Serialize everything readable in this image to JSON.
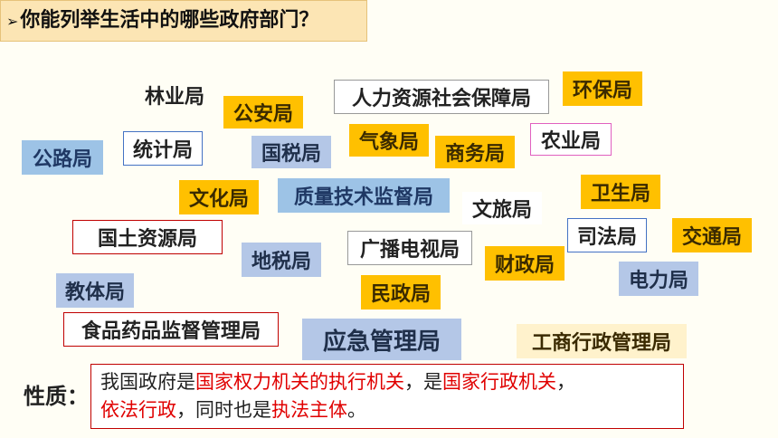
{
  "question": "你能列举生活中的哪些政府部门？",
  "tags": {
    "linye": "林业局",
    "gongan": "公安局",
    "renli": "人力资源社会保障局",
    "huanbao": "环保局",
    "gonglu": "公路局",
    "tongji": "统计局",
    "guoshui": "国税局",
    "qixiang": "气象局",
    "shangwu": "商务局",
    "nongye": "农业局",
    "wenhua": "文化局",
    "zhiliang": "质量技术监督局",
    "wenlv": "文旅局",
    "weisheng": "卫生局",
    "guotu": "国土资源局",
    "dishui": "地税局",
    "guangbo": "广播电视局",
    "sifa": "司法局",
    "jiaotong": "交通局",
    "caizheng": "财政局",
    "jiaoti": "教体局",
    "minzheng": "民政局",
    "dianli": "电力局",
    "shipin": "食品药品监督管理局",
    "yingji": "应急管理局",
    "gongshang": "工商行政管理局"
  },
  "nature": {
    "label": "性质：",
    "s1": "我国政府是",
    "r1": "国家权力机关的执行机关",
    "s2": "，是",
    "r2": "国家行政机关",
    "s3": "，",
    "r3": "依法行政",
    "s4": "，同时也是",
    "r4": "执法主体",
    "s5": "。"
  }
}
